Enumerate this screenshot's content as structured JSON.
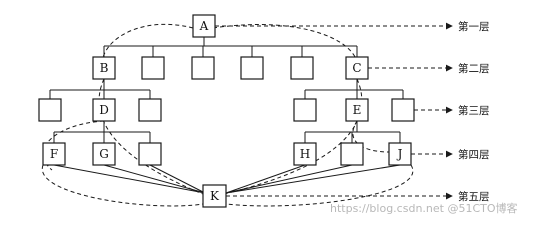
{
  "nodes": {
    "A": "A",
    "B": "B",
    "C": "C",
    "D": "D",
    "E": "E",
    "F": "F",
    "G": "G",
    "H": "H",
    "J": "J",
    "K": "K"
  },
  "layers": [
    "第一层",
    "第二层",
    "第三层",
    "第四层",
    "第五层"
  ],
  "watermark": "https://blog.csdn.net @51CTO博客",
  "colors": {
    "stroke": "#1a1a1a",
    "background": "#ffffff",
    "watermark": "#b8b8b8"
  }
}
